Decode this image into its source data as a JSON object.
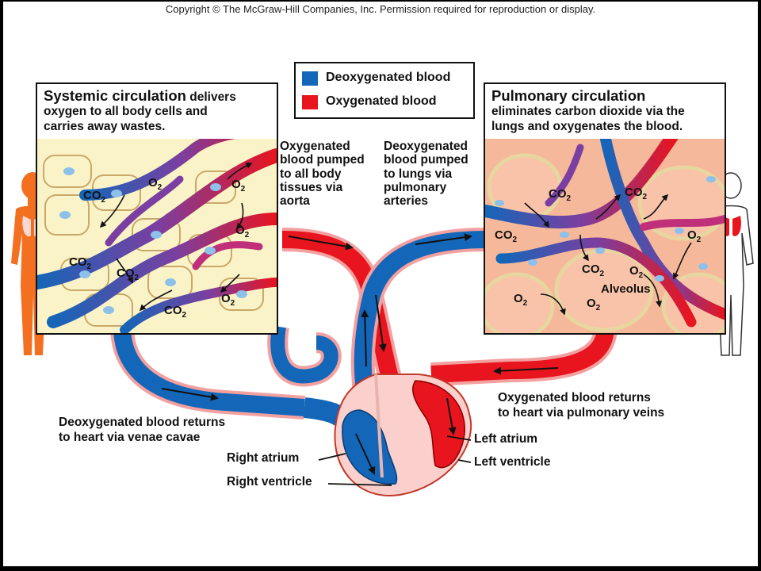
{
  "copyright": "Copyright © The McGraw-Hill Companies, Inc. Permission required for reproduction or display.",
  "legend": {
    "items": [
      {
        "label": "Deoxygenated blood",
        "color": "#1466b8"
      },
      {
        "label": "Oxygenated blood",
        "color": "#e8141e"
      }
    ]
  },
  "systemic": {
    "title": "Systemic circulation",
    "desc_1": " delivers",
    "desc_2": "oxygen to all body cells and",
    "desc_3": "carries away wastes."
  },
  "pulmonary": {
    "title": "Pulmonary circulation",
    "desc_1": "eliminates carbon dioxide via the",
    "desc_2": "lungs and oxygenates the blood."
  },
  "gas": {
    "o2": "O",
    "co2": "CO",
    "sub": "2"
  },
  "alveolus": "Alveolus",
  "labels": {
    "aorta": [
      "Oxygenated",
      "blood pumped",
      "to all body",
      "tissues via",
      "aorta"
    ],
    "pulm_arteries": [
      "Deoxygenated",
      "blood pumped",
      "to lungs via",
      "pulmonary",
      "arteries"
    ],
    "venae_cavae": [
      "Deoxygenated blood returns",
      "to heart via venae cavae"
    ],
    "pulm_veins": [
      "Oxygenated blood returns",
      "to heart via pulmonary veins"
    ],
    "right_atrium": "Right atrium",
    "right_ventricle": "Right ventricle",
    "left_atrium": "Left atrium",
    "left_ventricle": "Left ventricle"
  },
  "colors": {
    "deoxygenated": "#1466b8",
    "oxygenated": "#e8141e",
    "capillary_mix": "#7a3fa0",
    "tissue": "#fbf3c8",
    "alveolar_tissue": "#f6b89a",
    "skin": "#f37021"
  }
}
